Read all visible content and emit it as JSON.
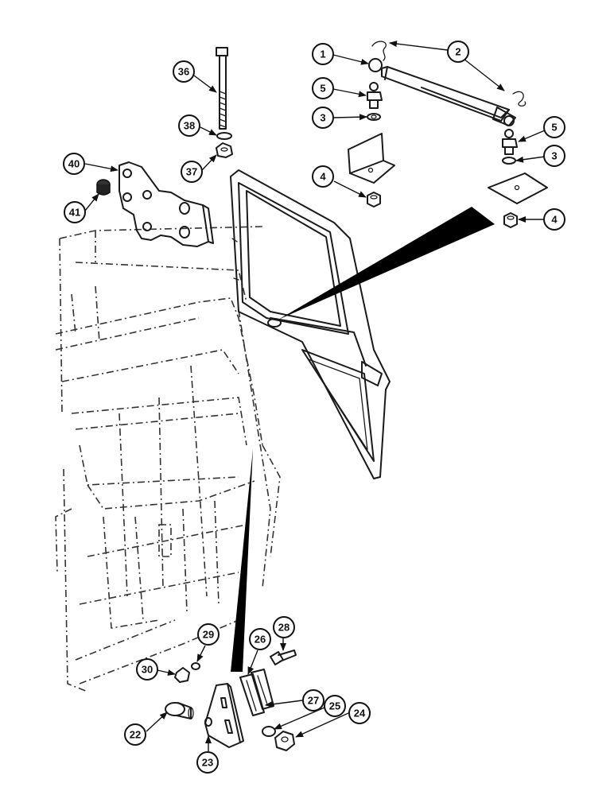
{
  "callouts": [
    {
      "id": "c1",
      "label": "1"
    },
    {
      "id": "c2",
      "label": "2"
    },
    {
      "id": "c5a",
      "label": "5"
    },
    {
      "id": "c3a",
      "label": "3"
    },
    {
      "id": "c4a",
      "label": "4"
    },
    {
      "id": "c5b",
      "label": "5"
    },
    {
      "id": "c3b",
      "label": "3"
    },
    {
      "id": "c4b",
      "label": "4"
    },
    {
      "id": "c36",
      "label": "36"
    },
    {
      "id": "c38",
      "label": "38"
    },
    {
      "id": "c37",
      "label": "37"
    },
    {
      "id": "c40",
      "label": "40"
    },
    {
      "id": "c41",
      "label": "41"
    },
    {
      "id": "c29",
      "label": "29"
    },
    {
      "id": "c30",
      "label": "30"
    },
    {
      "id": "c28",
      "label": "28"
    },
    {
      "id": "c26",
      "label": "26"
    },
    {
      "id": "c27",
      "label": "27"
    },
    {
      "id": "c25",
      "label": "25"
    },
    {
      "id": "c24",
      "label": "24"
    },
    {
      "id": "c22",
      "label": "22"
    },
    {
      "id": "c23",
      "label": "23"
    }
  ]
}
